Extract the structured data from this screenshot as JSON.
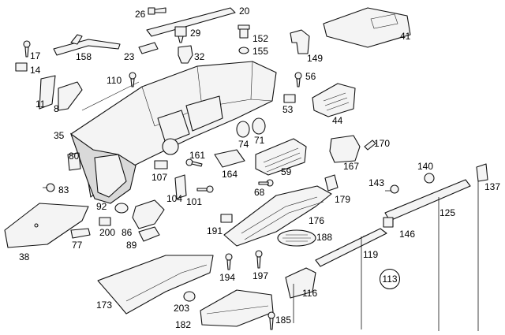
{
  "diagram": {
    "labels": {
      "l11": "11",
      "l8": "8",
      "l14": "14",
      "l17": "17",
      "l20": "20",
      "l23": "23",
      "l26": "26",
      "l29": "29",
      "l32": "32",
      "l35": "35",
      "l38": "38",
      "l41": "41",
      "l44": "44",
      "l53": "53",
      "l56": "56",
      "l59": "59",
      "l68": "68",
      "l71": "71",
      "l74": "74",
      "l77": "77",
      "l80": "80",
      "l83": "83",
      "l86": "86",
      "l89": "89",
      "l92": "92",
      "l101": "101",
      "l104": "104",
      "l107": "107",
      "l110": "110",
      "l113": "113",
      "l116": "116",
      "l119": "119",
      "l125": "125",
      "l137": "137",
      "l140": "140",
      "l143": "143",
      "l146": "146",
      "l149": "149",
      "l152": "152",
      "l155": "155",
      "l158": "158",
      "l161": "161",
      "l164": "164",
      "l167": "167",
      "l170": "170",
      "l173": "173",
      "l176": "176",
      "l179": "179",
      "l182": "182",
      "l185": "185",
      "l188": "188",
      "l191": "191",
      "l194": "194",
      "l197": "197",
      "l200": "200",
      "l203": "203"
    }
  }
}
